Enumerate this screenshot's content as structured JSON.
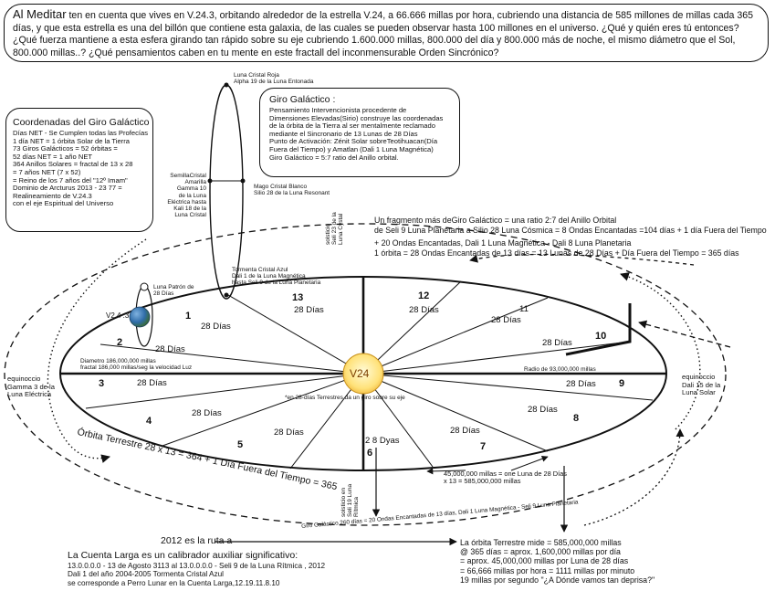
{
  "intro": {
    "lead": "Al Meditar",
    "text": "ten en cuenta que vives en V.24.3, orbitando alrededor de la estrella V.24, a 66.666 millas por hora, cubriendo una distancia de 585 millones de millas cada 365 días, y que esta estrella es una del billón que contiene esta galaxia, de las cuales se pueden observar hasta 100 millones en el universo. ¿Qué y quién eres tú entonces? ¿Qué fuerza mantiene a esta esfera girando tan rápido sobre su eje cubriendo 1.600.000 millas, 800.000 del día y 800.000 más de noche, el mismo diámetro que el Sol, 800.000 millas..? ¿Qué pensamientos caben en tu mente en este fractall del inconmensurable Orden Sincrónico?"
  },
  "coords": {
    "title": "Coordenadas del Giro Galáctico",
    "lines": [
      "Días NET  - Se Cumplen todas las Profecías",
      "1 día NET = 1 órbita Solar de la Tierra",
      "73 Giros Galácticos = 52 órbitas =",
      "52 días NET  = 1 año NET",
      "364 Anillos Solares  = fractal de 13 x 28",
      "= 7 años NET  (7 x 52)",
      "= Reino de los 7 años del \"12º Imam\"",
      "Dominio de Arcturus  2013 - 23 77 =",
      "Realineamiento de  V.24.3",
      "con el eje Espiritual del Universo"
    ]
  },
  "giro": {
    "title": "Giro Galáctico :",
    "lines": [
      "Pensamiento Intervencionista procedente de",
      "Dimensiones Elevadas(Sirio) construye las coordenadas",
      "de la órbita de la Tierra al ser mentalmente reclamado",
      "mediante el Sincronario de 13 Lunas de 28 Días",
      "Punto de Activación: Zénit Solar sobreTeotihuacan(Día",
      "Fuera del Tiempo) y Amatlan (Dali 1 Luna Magnética)",
      "Giro Galáctico = 5:7 ratio del Anillo orbital."
    ]
  },
  "vertical_loop": {
    "top": [
      "Luna Cristal Roja",
      "Alpha 19 de la Luna Entonada"
    ],
    "left": [
      "SemillaCristal",
      "Amarilla",
      "Gamma  10",
      "de la Luna",
      "Eléctrica hasta",
      "Kali 18 de la",
      "Luna Cristal"
    ],
    "right": [
      "Mago Cristal Blanco",
      "Silio 28 de la Luna Resonant"
    ],
    "bottom": [
      "Tormenta Cristal Azul",
      "Dali 1 de la Luna Magnética",
      "hasta Seli 9 de la Luna Planetaria"
    ]
  },
  "fragment": {
    "lines": [
      "Un fragmento más deGiro Galáctico  = una ratio 2:7 del Anillo Orbital",
      "de Seli 9 Luna Planetaria a Silio 28 Luna Cósmica = 8 Ondas Encantadas =104 días + 1 día Fuera del Tiempo",
      "+ 20 Ondas Encantadas, Dali 1 Luna Magnética  - Dali 8 Luna Planetaria",
      "1 órbita = 28 Ondas Encantadas de 13 días = 13 Lunas de 28 Días  + Día Fuera del Tiempo = 365 días"
    ]
  },
  "solstice_top": [
    "solsticio",
    "Seli 23 de la",
    "Luna Cystal"
  ],
  "solstice_bottom": [
    "solsticio en",
    "Seli 19  Luna",
    "Rítmica"
  ],
  "equinox_left": [
    "equinoccio",
    "Gamma 3 de la",
    "Luna Eléctrica"
  ],
  "equinox_right": [
    "equinoccio",
    "Dali 15 de la",
    "Luna Solar"
  ],
  "earth": {
    "label": "V2 4 .3",
    "patron": [
      "Luna Patrón de",
      "28 Días"
    ]
  },
  "sun": {
    "label": "V24"
  },
  "diameter": [
    "Diametro 186,000,000 millas",
    "fractal 186,000 millas/seg la velocidad Luz"
  ],
  "radius": "Radio de 93,000,000 millas",
  "center_note": "*en 28-días Terrestres da un giro sobre su eje",
  "sectors": [
    {
      "n": "1",
      "d": "28 Días"
    },
    {
      "n": "2",
      "d": "28 Días"
    },
    {
      "n": "3",
      "d": "28 Días"
    },
    {
      "n": "4",
      "d": "28 Días"
    },
    {
      "n": "5",
      "d": "28 Días"
    },
    {
      "n": "6",
      "d": "2 8  Dyas"
    },
    {
      "n": "7",
      "d": "28 Días"
    },
    {
      "n": "8",
      "d": "28 Días"
    },
    {
      "n": "9",
      "d": "28 Días"
    },
    {
      "n": "10",
      "d": "28 Días"
    },
    {
      "n": "11",
      "d": "28 Días"
    },
    {
      "n": "12",
      "d": "28 Días"
    },
    {
      "n": "13",
      "d": "28 Días"
    }
  ],
  "orbit_label": "Órbita Terrestre 28 x 13 = 364 + 1 Día Fuera del Tiempo = 365",
  "moon_miles": [
    "45,000,000 millas = one Luna de 28 Días",
    "x 13 = 585,000,000 millas"
  ],
  "giro_line": "Giro Galáctico 260 días = 20 Ondas Encantadas de 13 días, Dali 1 Luna Magnética - Seli 9 Luna Planetaria",
  "route": "2012 es la ruta a",
  "cuenta": {
    "title": "La Cuenta Larga es un calibrador auxiliar significativo:",
    "lines": [
      "13.0.0.0.0 - 13 de Agosto  3113 al 13.0.0.0.0 -  Seli 9 de la Luna Rítmica , 2012",
      "Dali 1 del año 2004-2005 Tormenta  Cristal Azul",
      "se corresponde a Perro Lunar  en la Cuenta Larga,12.19.11.8.10"
    ]
  },
  "orbit_stats": [
    "La órbita Terrestre mide = 585,000,000 millas",
    "@ 365 días = aprox. 1,600,000 millas por día",
    "= aprox. 45,000,000 millas por Luna de 28 días",
    "= 66,666 millas por hora = 1111 millas por minuto",
    "19 millas por segundo \"¿A Dónde vamos tan deprisa?\""
  ]
}
